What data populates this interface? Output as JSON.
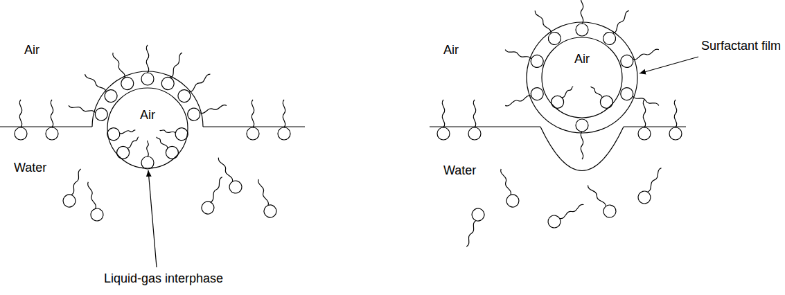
{
  "diagram": {
    "nodes": [
      {
        "text": [
          "Air"
        ]
      },
      {
        "text": [
          "Air"
        ]
      }
    ],
    "labels": [
      "Air",
      "Air",
      "Surfactant film",
      "Water",
      "Water",
      "Liquid-gas interphase"
    ]
  }
}
